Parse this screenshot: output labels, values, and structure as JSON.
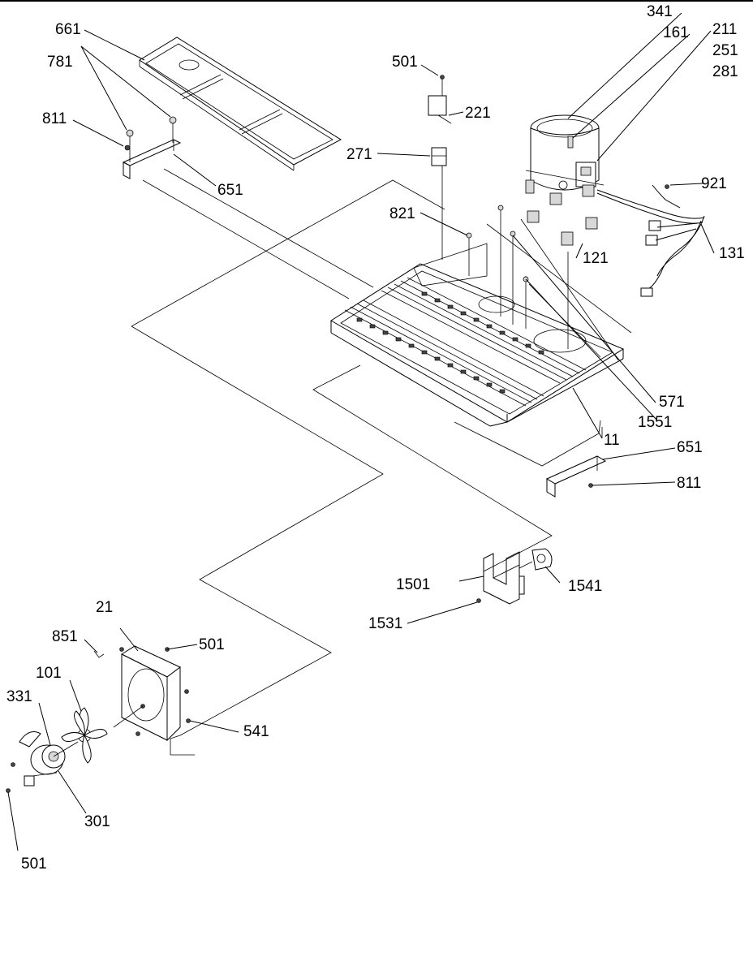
{
  "diagram": {
    "callouts": {
      "c341": "341",
      "c161": "161",
      "c211": "211",
      "c251": "251",
      "c281": "281",
      "c661": "661",
      "c781": "781",
      "c811a": "811",
      "c651a": "651",
      "c501a": "501",
      "c221": "221",
      "c271": "271",
      "c921": "921",
      "c821": "821",
      "c121": "121",
      "c131": "131",
      "c571": "571",
      "c1551": "1551",
      "c11": "11",
      "c651b": "651",
      "c811b": "811",
      "c1501": "1501",
      "c1541": "1541",
      "c1531": "1531",
      "c21": "21",
      "c851": "851",
      "c501b": "501",
      "c101": "101",
      "c331": "331",
      "c541": "541",
      "c301": "301",
      "c501c": "501"
    }
  }
}
